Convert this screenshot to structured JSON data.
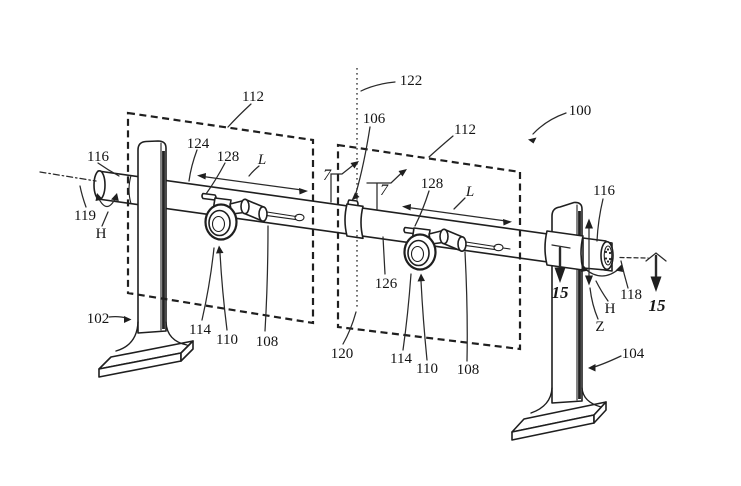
{
  "figure": {
    "colors": {
      "background": "#ffffff",
      "line": "#1f1f1f"
    },
    "labels": {
      "ref_100": "100",
      "ref_102": "102",
      "ref_104": "104",
      "ref_106": "106",
      "ref_108_left": "108",
      "ref_108_right": "108",
      "ref_110_left": "110",
      "ref_110_right": "110",
      "ref_112_left": "112",
      "ref_112_right": "112",
      "ref_114_left": "114",
      "ref_114_right": "114",
      "ref_116_left": "116",
      "ref_116_right": "116",
      "ref_118": "118",
      "ref_119": "119",
      "ref_120": "120",
      "ref_122": "122",
      "ref_124": "124",
      "ref_126": "126",
      "ref_128_left": "128",
      "ref_128_right": "128",
      "axis_L_left": "L",
      "axis_L_right": "L",
      "axis_H_left": "H",
      "axis_H_right": "H",
      "axis_Z": "Z",
      "section_7_left": "7",
      "section_7_right": "7",
      "section_15_left": "15",
      "section_15_right": "15"
    }
  }
}
